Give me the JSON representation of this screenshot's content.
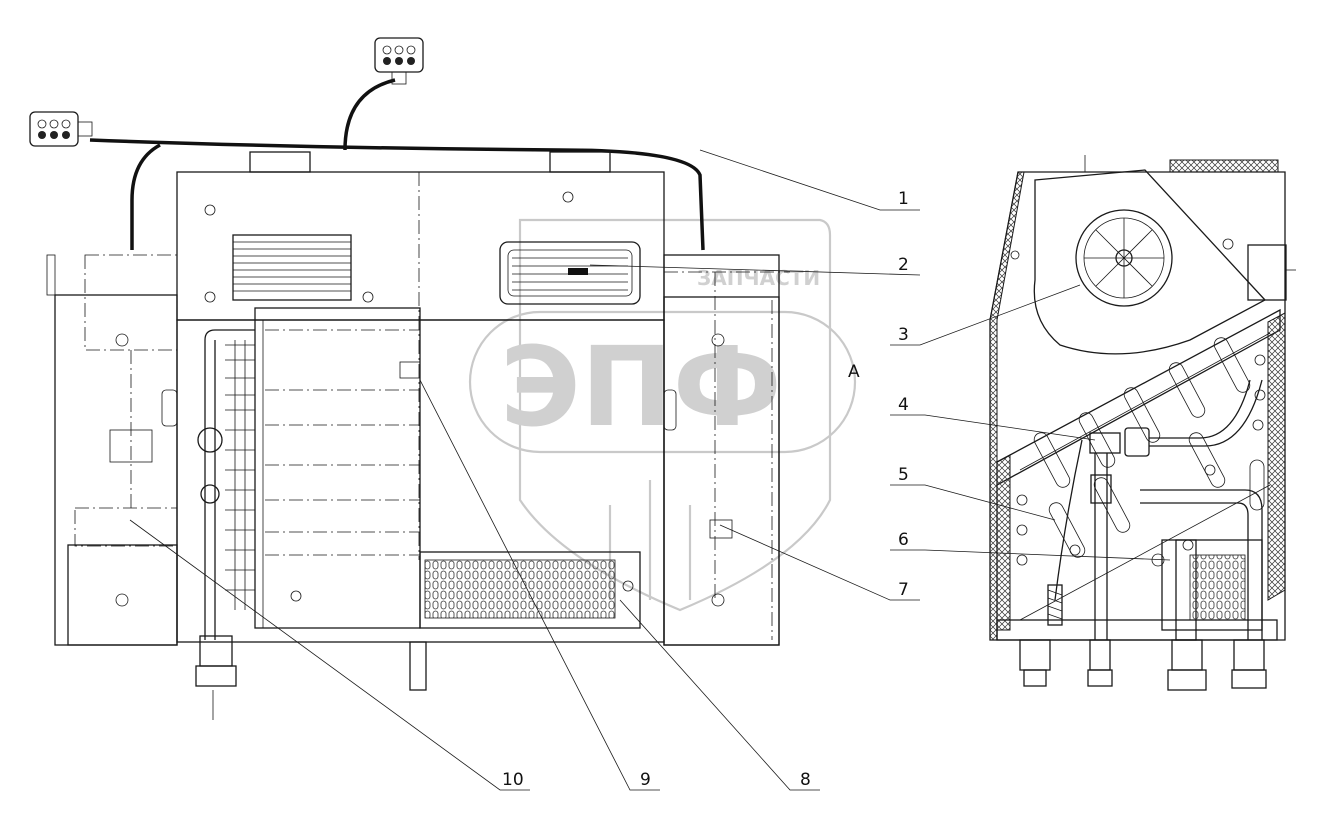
{
  "watermark": {
    "logo_letters": "ЭПФ",
    "caption": "ЗАПЧАСТИ"
  },
  "view_marker": "A",
  "callouts": [
    "1",
    "2",
    "3",
    "4",
    "5",
    "6",
    "7",
    "8",
    "9",
    "10"
  ]
}
